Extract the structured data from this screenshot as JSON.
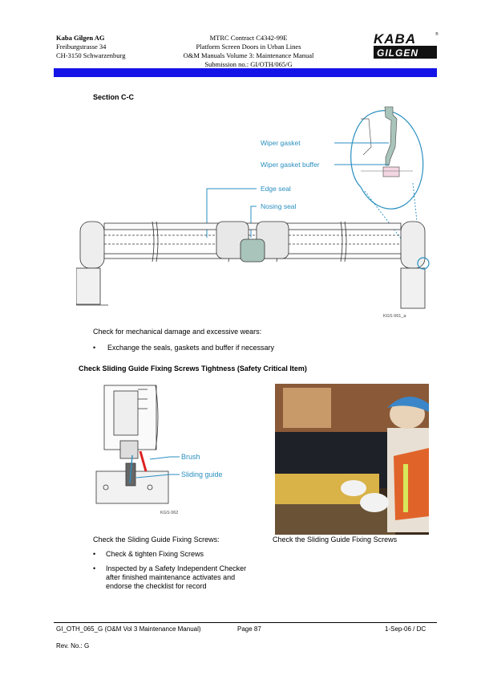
{
  "header": {
    "company": "Kaba Gilgen AG",
    "address1": "Freiburgstrasse 34",
    "address2": "CH-3150 Schwarzenburg",
    "contract": "MTRC Contract C4342-99E",
    "project": "Platform Screen Doors in Urban Lines",
    "manual": "O&M Manuals Volume 3: Maintenance Manual",
    "submission": "Submission no.: GI/OTH/065/G",
    "logo_top": "KABA",
    "logo_bottom": "GILGEN"
  },
  "colors": {
    "accent_bar": "#1414e6",
    "callout": "#2a8fc0",
    "gasket": "#a9c4ba"
  },
  "section": {
    "title": "Section C-C",
    "labels": {
      "wiper_gasket": "Wiper gasket",
      "wiper_gasket_buffer": "Wiper gasket buffer",
      "edge_seal": "Edge seal",
      "nosing_seal": "Nosing seal",
      "ref": "KGS 061_a"
    },
    "check_text": "Check for mechanical damage and excessive wears:",
    "bullet": "Exchange the seals, gaskets and buffer if necessary"
  },
  "sliding": {
    "heading": "Check Sliding Guide Fixing Screws Tightness (Safety Critical Item)",
    "labels": {
      "brush": "Brush",
      "sliding_guide": "Sliding guide",
      "ref": "KGS 062"
    },
    "caption_left": "Check the Sliding Guide Fixing Screws:",
    "caption_right": "Check the Sliding Guide Fixing Screws",
    "bullets": [
      "Check & tighten Fixing Screws",
      "Inspected by a Safety Independent Checker after finished maintenance activates and endorse the checklist for record"
    ]
  },
  "footer": {
    "doc": "GI_OTH_065_G (O&M Vol 3 Maintenance Manual)",
    "page": "Page 87",
    "date": "1-Sep-06 / DC",
    "rev": "Rev. No.: G"
  }
}
